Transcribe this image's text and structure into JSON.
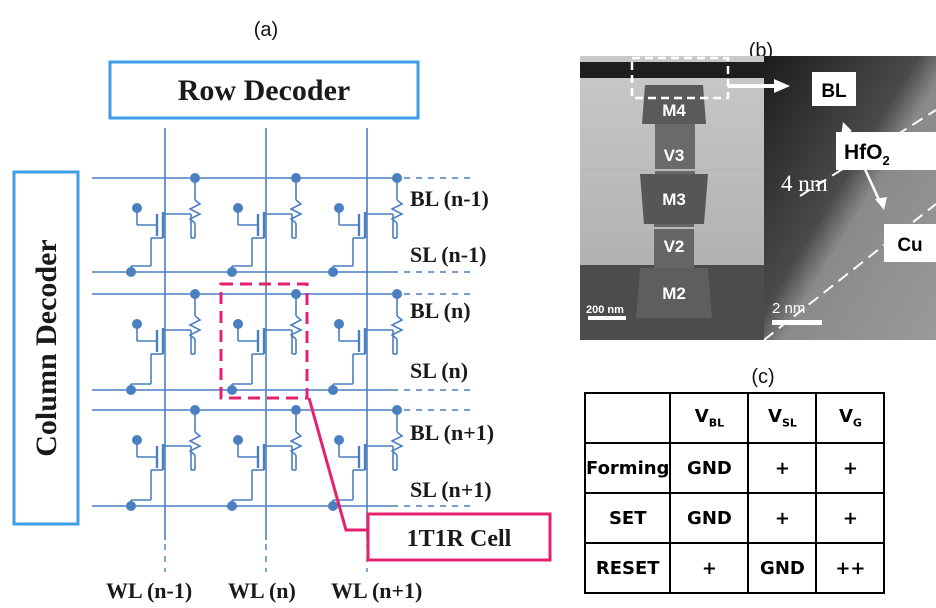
{
  "panel_labels": {
    "a": "(a)",
    "b": "(b)",
    "c": "(c)"
  },
  "row_decoder": "Row Decoder",
  "column_decoder": "Column Decoder",
  "bit_lines": [
    "BL (n-1)",
    "BL (n)",
    "BL (n+1)"
  ],
  "source_lines": [
    "SL (n-1)",
    "SL (n)",
    "SL (n+1)"
  ],
  "word_lines": [
    "WL (n-1)",
    "WL (n)",
    "WL (n+1)"
  ],
  "cell_callout": "1T1R Cell",
  "tem_left": {
    "layers": [
      "M4",
      "V3",
      "M3",
      "V2",
      "M2"
    ],
    "scale_bar": "200 nm"
  },
  "tem_right": {
    "labels": {
      "bl": "BL",
      "oxide": "HfO",
      "oxide_sub": "2",
      "cu": "Cu"
    },
    "thickness": "4 nm",
    "scale_bar": "2 nm"
  },
  "table": {
    "headers": [
      {
        "main": "V",
        "sub": "BL"
      },
      {
        "main": "V",
        "sub": "SL"
      },
      {
        "main": "V",
        "sub": "G"
      }
    ],
    "rows": [
      {
        "name": "Forming",
        "values": [
          "GND",
          "+",
          "+"
        ]
      },
      {
        "name": "SET",
        "values": [
          "GND",
          "+",
          "+"
        ]
      },
      {
        "name": "RESET",
        "values": [
          "+",
          "GND",
          "++"
        ]
      }
    ]
  },
  "colors": {
    "wire": "#4a7fc1",
    "decoder_border": "#3c9ee8",
    "callout": "#e5206e"
  }
}
